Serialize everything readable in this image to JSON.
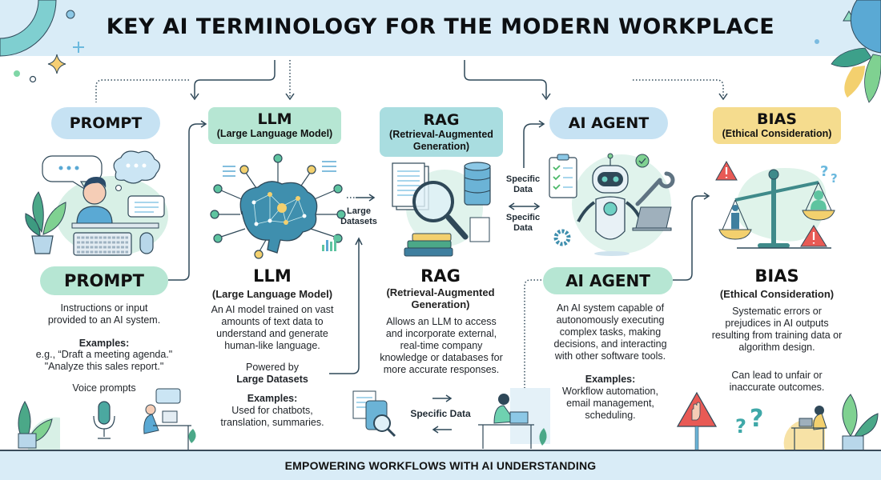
{
  "header": {
    "title": "KEY AI TERMINOLOGY FOR THE MODERN WORKPLACE"
  },
  "footer": {
    "text": "EMPOWERING WORKFLOWS WITH AI UNDERSTANDING"
  },
  "colors": {
    "header_bg": "#d9ecf7",
    "pill_blue": "#c6e2f3",
    "pill_mint": "#b6e6d3",
    "pill_teal": "#a9dde0",
    "pill_yellow": "#f5dc8e",
    "line": "#2f4858",
    "warning_red": "#e85a55"
  },
  "terms": [
    {
      "id": "prompt",
      "badge": "PROMPT",
      "title": "PROMPT",
      "description": "Instructions or input provided to an AI system.",
      "examples_label": "Examples:",
      "examples": [
        "e.g., “Draft a meeting agenda.\"",
        "\"Analyze this sales report.\""
      ],
      "extra": "Voice prompts",
      "illustration": "person-at-desk-with-speech-bubbles",
      "icons": [
        "speech-bubble-icon",
        "thought-cloud-icon",
        "message-icon",
        "keyboard-icon",
        "mouse-icon",
        "plant-icon",
        "microphone-icon"
      ]
    },
    {
      "id": "llm",
      "badge": "LLM",
      "badge_sub": "(Large Language Model)",
      "title": "LLM",
      "subtitle": "(Large Language Model)",
      "description": "An AI model trained on vast amounts of text data to understand and generate human-like language.",
      "powered_label": "Powered by",
      "powered_value": "Large Datasets",
      "examples_label": "Examples:",
      "examples": [
        "Used for chatbots, translation, summaries."
      ],
      "illustration": "neural-network-brain",
      "side_label": "Large Datasets"
    },
    {
      "id": "rag",
      "badge": "RAG",
      "badge_sub": "(Retrieval-Augmented Generation)",
      "title": "RAG",
      "subtitle": "(Retrieval-Augmented Generation)",
      "description": "Allows an LLM to access and incorporate external, real-time company knowledge or databases for more accurate responses.",
      "illustration": "documents-database-magnifier-books",
      "bottom_label": "Specific Data"
    },
    {
      "id": "ai-agent",
      "badge": "AI AGENT",
      "title": "AI AGENT",
      "description": "An AI system capable of autonomously executing complex tasks, making decisions, and interacting with other software tools.",
      "examples_label": "Examples:",
      "examples": [
        "Workflow automation, email management, scheduling."
      ],
      "illustration": "robot-with-clipboard-wrench-laptop",
      "side_labels": [
        "Specific Data",
        "Specific Data"
      ]
    },
    {
      "id": "bias",
      "badge": "BIAS",
      "badge_sub": "(Ethical Consideration)",
      "title": "BIAS",
      "subtitle": "(Ethical Consideration)",
      "description": "Systematic errors or prejudices in AI outputs resulting from training data or algorithm design.",
      "consequence": "Can lead to unfair or inaccurate outcomes.",
      "illustration": "balance-scale-with-warnings"
    }
  ]
}
